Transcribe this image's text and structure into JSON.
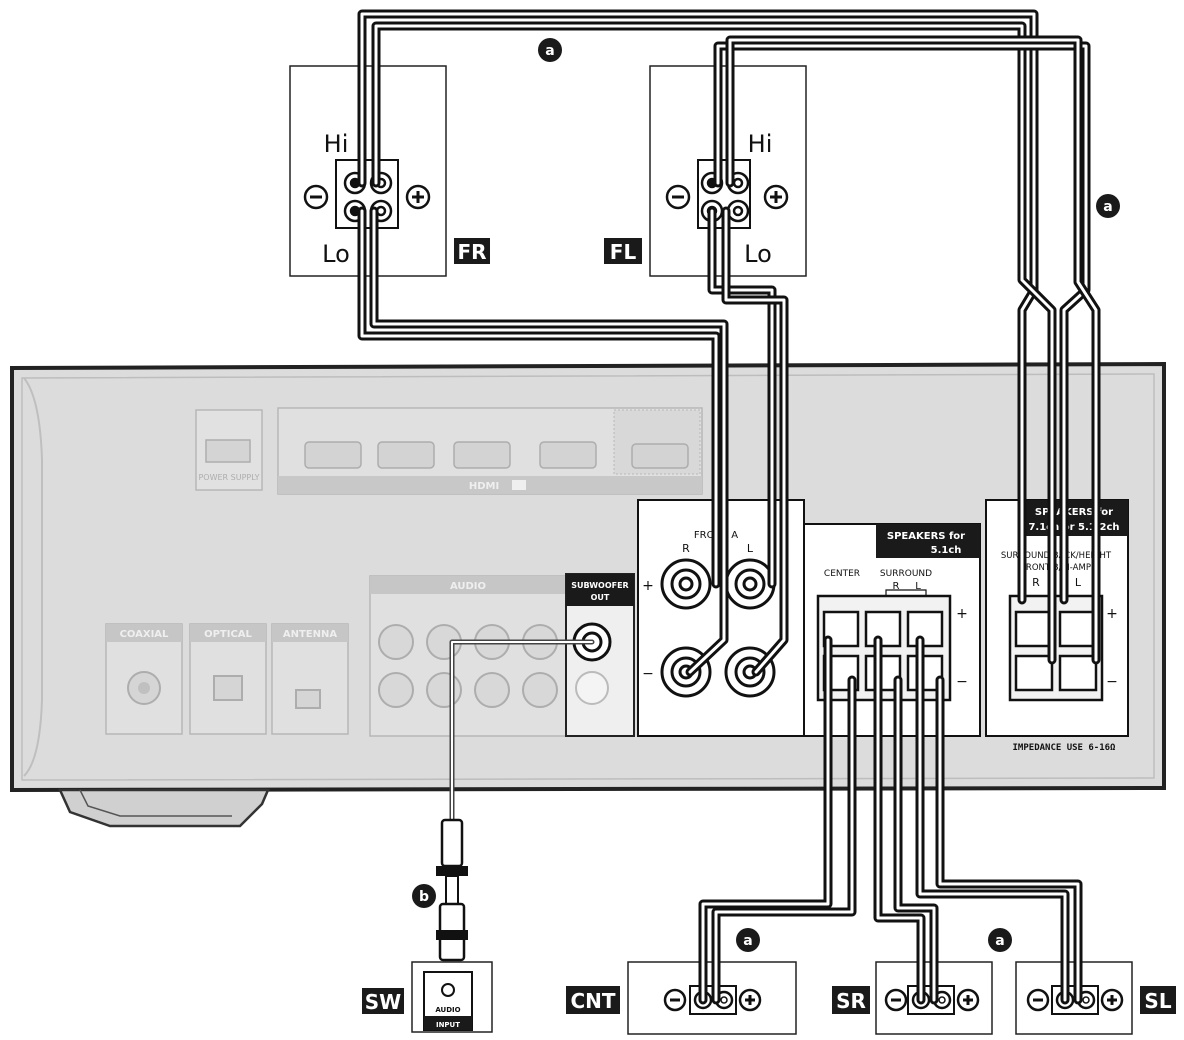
{
  "callouts": {
    "a": "a",
    "b": "b"
  },
  "speakers": {
    "fr": {
      "tag": "FR",
      "hi": "Hi",
      "lo": "Lo"
    },
    "fl": {
      "tag": "FL",
      "hi": "Hi",
      "lo": "Lo"
    },
    "sw": {
      "tag": "SW",
      "input_line1": "AUDIO",
      "input_line2": "INPUT"
    },
    "cnt": {
      "tag": "CNT"
    },
    "sr": {
      "tag": "SR"
    },
    "sl": {
      "tag": "SL"
    }
  },
  "receiver": {
    "hdmi_label": "HDMI",
    "usb_label": "POWER SUPPLY",
    "audio_label": "AUDIO",
    "coaxial_label": "COAXIAL",
    "optical_label": "OPTICAL",
    "antenna_label": "ANTENNA",
    "subwoofer_label_1": "SUBWOOFER",
    "subwoofer_label_2": "OUT",
    "front_a_label": "FRONT A",
    "front_r": "R",
    "front_l": "L",
    "spk51_line1": "SPEAKERS for",
    "spk51_line2": "5.1ch",
    "center_label": "CENTER",
    "surround_label": "SURROUND",
    "surround_r": "R",
    "surround_l": "L",
    "spk71_line1": "SPEAKERS for",
    "spk71_line2": "7.1ch or 5.1.2ch",
    "sb_line1": "SURROUND BACK/HEIGHT",
    "sb_line2": "(FRONT B/BI-AMP)",
    "sb_r": "R",
    "sb_l": "L",
    "impedance": "IMPEDANCE USE 6-16Ω",
    "plus": "+",
    "minus": "−"
  }
}
